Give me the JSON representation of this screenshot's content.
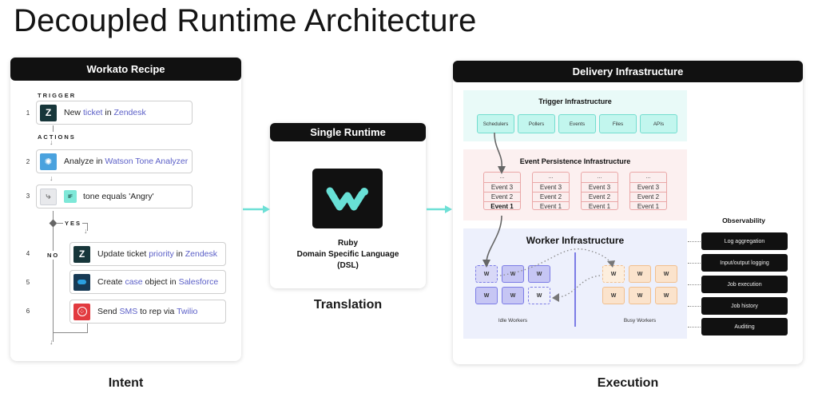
{
  "title": "Decoupled Runtime Architecture",
  "colors": {
    "accent_teal": "#6ee0d6",
    "link_purple": "#5b5fc7",
    "header_black": "#111111",
    "trigger_bg": "#e9faf8",
    "event_bg": "#fcf0f0",
    "worker_bg": "#edf0fc"
  },
  "recipe": {
    "header": "Workato Recipe",
    "trigger_label": "TRIGGER",
    "actions_label": "ACTIONS",
    "yes_label": "YES",
    "no_label": "NO",
    "steps": [
      {
        "num": "1",
        "icon": "zendesk-icon",
        "parts": [
          {
            "t": "New ",
            "hl": false
          },
          {
            "t": "ticket",
            "hl": true
          },
          {
            "t": " in ",
            "hl": false
          },
          {
            "t": "Zendesk",
            "hl": true
          }
        ]
      },
      {
        "num": "2",
        "icon": "watson-icon",
        "parts": [
          {
            "t": "Analyze in ",
            "hl": false
          },
          {
            "t": "Watson Tone Analyzer",
            "hl": true
          }
        ]
      },
      {
        "num": "3",
        "icon": "branch-icon",
        "badge": "IF",
        "parts": [
          {
            "t": "tone equals 'Angry'",
            "hl": false
          }
        ]
      },
      {
        "num": "4",
        "icon": "zendesk-icon",
        "parts": [
          {
            "t": "Update ticket ",
            "hl": false
          },
          {
            "t": "priority",
            "hl": true
          },
          {
            "t": " in ",
            "hl": false
          },
          {
            "t": "Zendesk",
            "hl": true
          }
        ]
      },
      {
        "num": "5",
        "icon": "salesforce-icon",
        "parts": [
          {
            "t": "Create ",
            "hl": false
          },
          {
            "t": "case",
            "hl": true
          },
          {
            "t": " object in ",
            "hl": false
          },
          {
            "t": "Salesforce",
            "hl": true
          }
        ]
      },
      {
        "num": "6",
        "icon": "twilio-icon",
        "parts": [
          {
            "t": "Send ",
            "hl": false
          },
          {
            "t": "SMS",
            "hl": true
          },
          {
            "t": " to rep via ",
            "hl": false
          },
          {
            "t": "Twilio",
            "hl": true
          }
        ]
      }
    ],
    "caption": "Intent"
  },
  "runtime": {
    "header": "Single Runtime",
    "line1": "Ruby",
    "line2": "Domain Specific Language",
    "line3": "(DSL)",
    "caption": "Translation"
  },
  "delivery": {
    "header": "Delivery Infrastructure",
    "trigger": {
      "title": "Trigger Infrastructure",
      "items": [
        "Schedulers",
        "Pollers",
        "Events",
        "Files",
        "APIs"
      ]
    },
    "events": {
      "title": "Event Persistence Infrastructure",
      "columns": [
        [
          "...",
          "Event 3",
          "Event 2",
          "Event 1"
        ],
        [
          "...",
          "Event 3",
          "Event 2",
          "Event 1"
        ],
        [
          "...",
          "Event 3",
          "Event 2",
          "Event 1"
        ],
        [
          "...",
          "Event 3",
          "Event 2",
          "Event 1"
        ]
      ]
    },
    "workers": {
      "title": "Worker Infrastructure",
      "worker_label": "W",
      "idle_label": "Idle Workers",
      "busy_label": "Busy Workers"
    },
    "caption": "Execution"
  },
  "observability": {
    "title": "Observability",
    "items": [
      "Log aggregation",
      "Input/output logging",
      "Job execution",
      "Job history",
      "Auditing"
    ]
  }
}
